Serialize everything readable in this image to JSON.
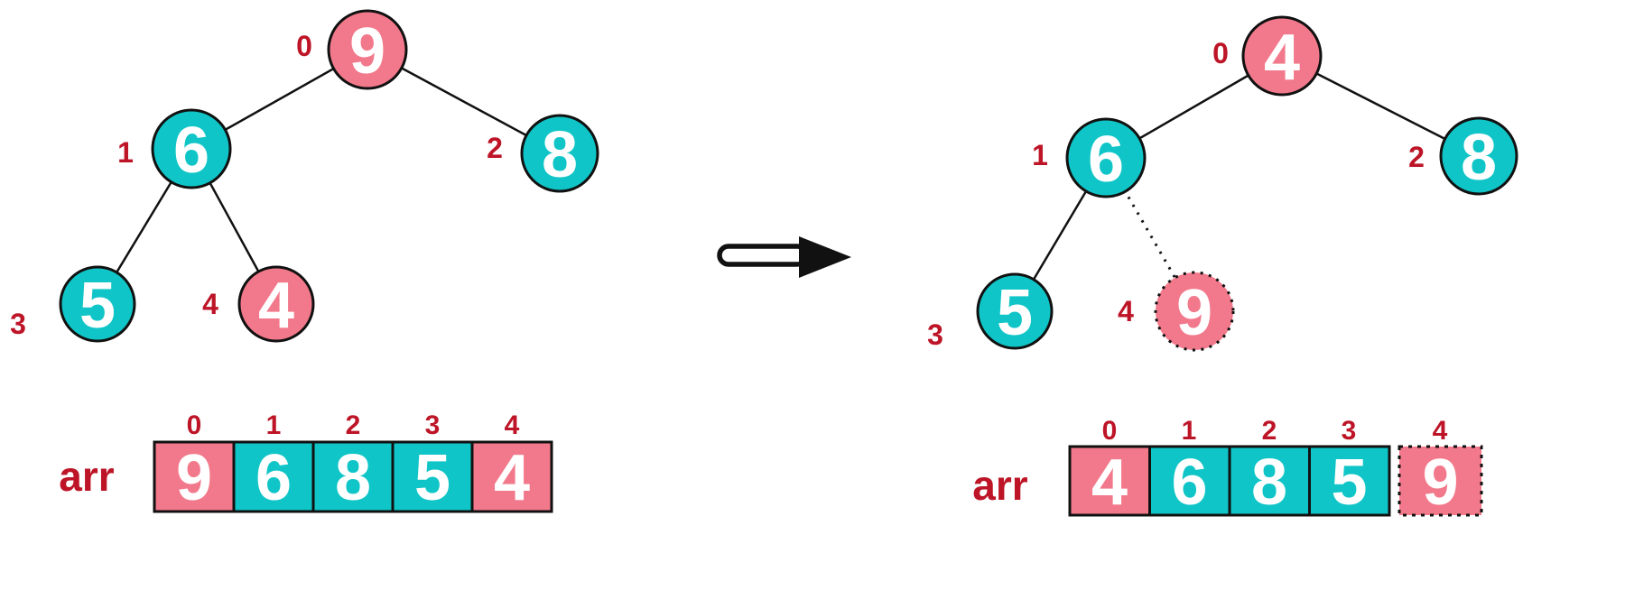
{
  "colors": {
    "pink": "#F2798B",
    "teal": "#10C5C7",
    "red": "#BD1527",
    "outline": "#111111",
    "white": "#FFFFFF",
    "background": "#FFFFFF"
  },
  "arrow": {
    "meaning": "transforms-into",
    "direction": "right"
  },
  "left_panel": {
    "tree": {
      "nodes": [
        {
          "index": "0",
          "value": "9",
          "color": "pink"
        },
        {
          "index": "1",
          "value": "6",
          "color": "teal"
        },
        {
          "index": "2",
          "value": "8",
          "color": "teal"
        },
        {
          "index": "3",
          "value": "5",
          "color": "teal"
        },
        {
          "index": "4",
          "value": "4",
          "color": "pink"
        }
      ],
      "edges": [
        {
          "from": "0",
          "to": "1",
          "style": "solid"
        },
        {
          "from": "0",
          "to": "2",
          "style": "solid"
        },
        {
          "from": "1",
          "to": "3",
          "style": "solid"
        },
        {
          "from": "1",
          "to": "4",
          "style": "solid"
        }
      ]
    },
    "array": {
      "label": "arr",
      "indices": [
        "0",
        "1",
        "2",
        "3",
        "4"
      ],
      "cells": [
        {
          "value": "9",
          "color": "pink"
        },
        {
          "value": "6",
          "color": "teal"
        },
        {
          "value": "8",
          "color": "teal"
        },
        {
          "value": "5",
          "color": "teal"
        },
        {
          "value": "4",
          "color": "pink"
        }
      ]
    }
  },
  "right_panel": {
    "tree": {
      "nodes": [
        {
          "index": "0",
          "value": "4",
          "color": "pink"
        },
        {
          "index": "1",
          "value": "6",
          "color": "teal"
        },
        {
          "index": "2",
          "value": "8",
          "color": "teal"
        },
        {
          "index": "3",
          "value": "5",
          "color": "teal"
        },
        {
          "index": "4",
          "value": "9",
          "color": "pink",
          "dotted": true
        }
      ],
      "edges": [
        {
          "from": "0",
          "to": "1",
          "style": "solid"
        },
        {
          "from": "0",
          "to": "2",
          "style": "solid"
        },
        {
          "from": "1",
          "to": "3",
          "style": "solid"
        },
        {
          "from": "1",
          "to": "4",
          "style": "dotted"
        }
      ]
    },
    "array": {
      "label": "arr",
      "indices": [
        "0",
        "1",
        "2",
        "3",
        "4"
      ],
      "cells": [
        {
          "value": "4",
          "color": "pink"
        },
        {
          "value": "6",
          "color": "teal"
        },
        {
          "value": "8",
          "color": "teal"
        },
        {
          "value": "5",
          "color": "teal"
        },
        {
          "value": "9",
          "color": "pink",
          "dotted": true,
          "detached": true
        }
      ]
    }
  }
}
